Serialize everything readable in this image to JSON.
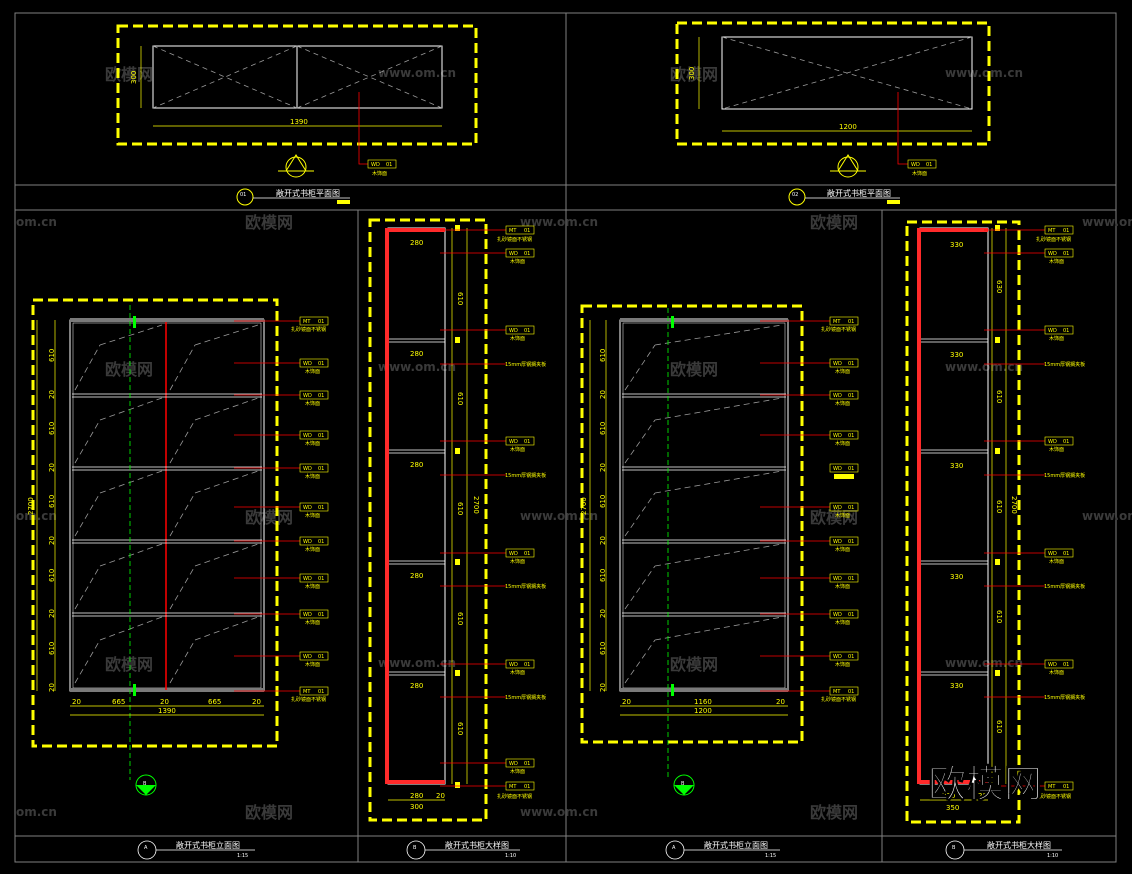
{
  "watermarks": {
    "brand": "欧模网",
    "site": "www.om.cn",
    "site_short": "om.cn",
    "logo": "欧模网"
  },
  "plans": [
    {
      "id": "01",
      "title": "敞开式书柜平面图",
      "width_dim": "1390",
      "depth_dim": "300",
      "tag_a": "WD",
      "tag_b": "01",
      "tag_text": "木饰面"
    },
    {
      "id": "02",
      "title": "敞开式书柜平面图",
      "width_dim": "1200",
      "depth_dim": "300",
      "tag_a": "WD",
      "tag_b": "01",
      "tag_text": "木饰面"
    }
  ],
  "elevations": [
    {
      "marker": "A",
      "title": "敞开式书柜立面图",
      "scale": "1:15",
      "height_dim": "2700",
      "total_width": "1390",
      "bottom_dims": [
        "20",
        "665",
        "20",
        "665",
        "20"
      ],
      "shelf_dims": [
        "610",
        "20",
        "610",
        "20",
        "610",
        "20",
        "610",
        "20",
        "610",
        "20"
      ],
      "section_marker": "B"
    },
    {
      "marker": "A",
      "title": "敞开式书柜立面图",
      "scale": "1:15",
      "height_dim": "2700",
      "total_width": "1200",
      "bottom_dims": [
        "20",
        "1160",
        "20"
      ],
      "shelf_dims": [
        "610",
        "20",
        "610",
        "20",
        "610",
        "20",
        "610",
        "20",
        "610",
        "20"
      ],
      "section_marker": "B"
    }
  ],
  "details": [
    {
      "marker": "B",
      "title": "敞开式书柜大样图",
      "scale": "1:10",
      "height_dim": "2700",
      "total_width": "300",
      "bottom_dims": [
        "280",
        "20"
      ],
      "shelf_widths": [
        "280",
        "280",
        "280",
        "280",
        "280"
      ],
      "side_dims": [
        "610",
        "610",
        "610",
        "610",
        "610"
      ]
    },
    {
      "marker": "B",
      "title": "敞开式书柜大样图",
      "scale": "1:10",
      "height_dim": "2700",
      "total_width": "350",
      "bottom_dims": [
        "330",
        "20"
      ],
      "shelf_widths": [
        "330",
        "330",
        "330",
        "330",
        "330"
      ],
      "side_dims": [
        "630",
        "610",
        "610",
        "610",
        "610"
      ]
    }
  ],
  "material_tags": [
    {
      "a": "MT",
      "b": "01",
      "text": "扎砂镜面不锈钢"
    },
    {
      "a": "WD",
      "b": "01",
      "text": "木饰面"
    },
    {
      "a": "",
      "b": "",
      "text": "15mm厚钢搁夹板"
    }
  ],
  "colors": {
    "frame": "#ffff00",
    "line": "#ffffff",
    "dim": "#ffff00",
    "accent": "#ff0000",
    "axis": "#00ff00",
    "hatch": "#9a9a9a",
    "border": "#808080"
  }
}
